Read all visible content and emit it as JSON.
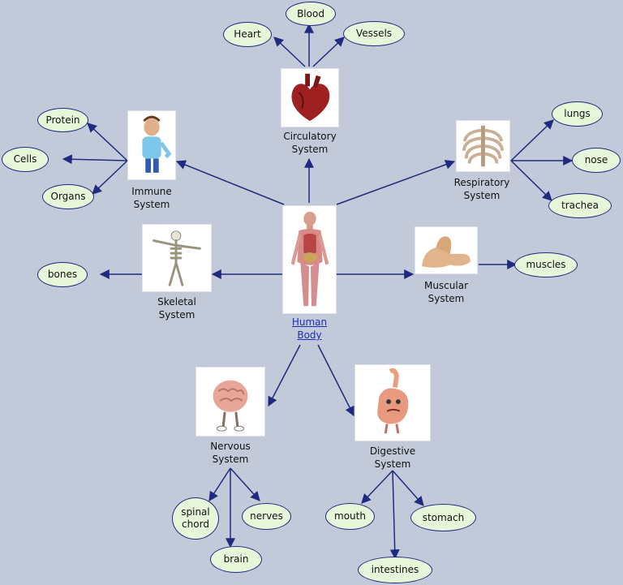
{
  "center": {
    "label": "Human\nBody",
    "icon": "human-anatomy-figure"
  },
  "systems": [
    {
      "id": "circulatory",
      "label": "Circulatory\nSystem",
      "icon": "heart-illustration"
    },
    {
      "id": "immune",
      "label": "Immune\nSystem",
      "icon": "sick-cartoon-figure"
    },
    {
      "id": "respiratory",
      "label": "Respiratory\nSystem",
      "icon": "ribcage-illustration"
    },
    {
      "id": "skeletal",
      "label": "Skeletal\nSystem",
      "icon": "skeleton-illustration"
    },
    {
      "id": "muscular",
      "label": "Muscular\nSystem",
      "icon": "flexed-arm-illustration"
    },
    {
      "id": "nervous",
      "label": "Nervous\nSystem",
      "icon": "brain-character-illustration"
    },
    {
      "id": "digestive",
      "label": "Digestive\nSystem",
      "icon": "stomach-character-illustration"
    }
  ],
  "leaves": {
    "blood": "Blood",
    "heart": "Heart",
    "vessels": "Vessels",
    "protein": "Protein",
    "cells": "Cells",
    "organs": "Organs",
    "lungs": "lungs",
    "nose": "nose",
    "trachea": "trachea",
    "bones": "bones",
    "muscles": "muscles",
    "spinal_chord": "spinal\nchord",
    "nerves": "nerves",
    "brain": "brain",
    "mouth": "mouth",
    "stomach": "stomach",
    "intestines": "intestines"
  },
  "colors": {
    "background": "#c2cad9",
    "leaf_fill": "#e6f6d9",
    "line": "#1f2a80",
    "link": "#1f2fb0"
  }
}
